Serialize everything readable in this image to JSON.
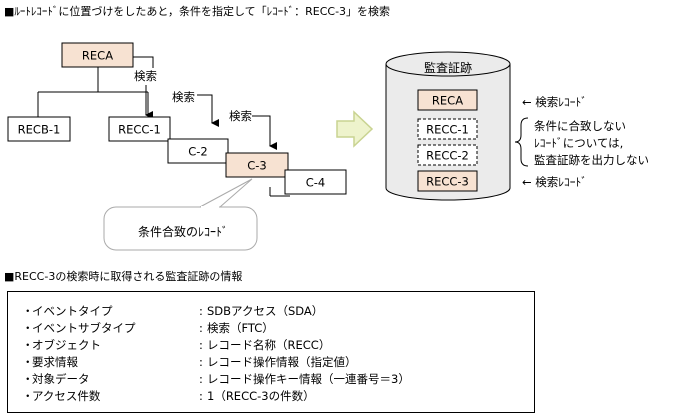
{
  "header_text": "■ﾙｰﾄﾚｺｰﾄﾞに位置づけをしたあと，条件を指定して「ﾚｺｰﾄﾞ：RECC-3」を検索",
  "records": {
    "reca": "RECA",
    "recb1": "RECB-1",
    "recc1": "RECC-1",
    "c2": "C-2",
    "c3": "C-3",
    "c4": "C-4"
  },
  "search_label": "検索",
  "callout_text": "条件合致のﾚｺｰﾄﾞ",
  "audit_trail": {
    "title": "監査証跡",
    "items": [
      "RECA",
      "RECC-1",
      "RECC-2",
      "RECC-3"
    ],
    "search_record_note": "← 検索ﾚｺｰﾄﾞ",
    "excluded_note": [
      "条件に合致しない",
      "ﾚｺｰﾄﾞについては,",
      "監査証跡を出力しない"
    ]
  },
  "colors": {
    "highlight": "#f7e2d2",
    "arrow_fill": "#eef3cc",
    "arrow_stroke": "#c9d391",
    "callout_stroke": "#aaaaaa"
  },
  "info_section": {
    "heading": "■RECC-3の検索時に取得される監査証跡の情報",
    "bullet": "・",
    "colon": ":",
    "rows": [
      {
        "label": "イベントタイプ",
        "value": "SDBアクセス（SDA）"
      },
      {
        "label": "イベントサブタイプ",
        "value": "検索（FTC）"
      },
      {
        "label": "オブジェクト",
        "value": "レコード名称（RECC）"
      },
      {
        "label": "要求情報",
        "value": "レコード操作情報（指定値）"
      },
      {
        "label": "対象データ",
        "value": "レコード操作キー情報（一連番号＝3）"
      },
      {
        "label": "アクセス件数",
        "value": "1（RECC-3の件数）"
      }
    ]
  }
}
